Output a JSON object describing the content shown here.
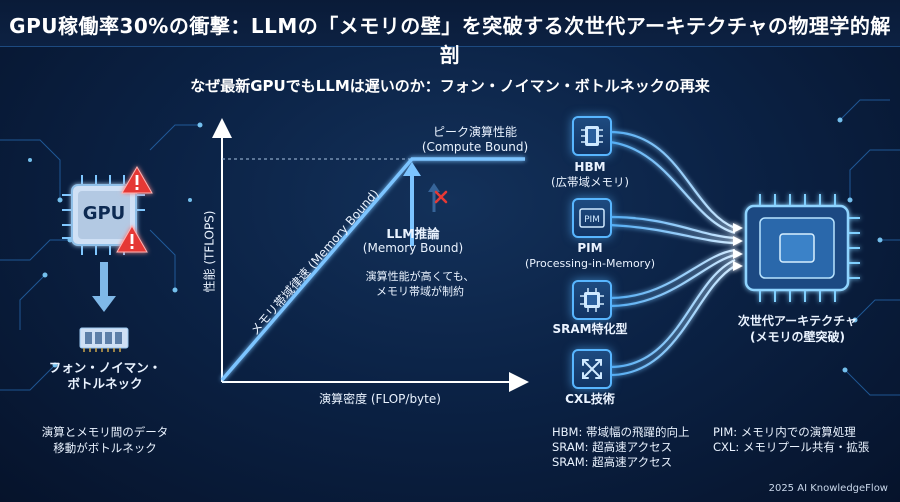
{
  "title": "GPU稼働率30%の衝撃：LLMの「メモリの壁」を突破する次世代アーキテクチャの物理学的解剖",
  "subtitle": "なぜ最新GPUでもLLMは遅いのか：フォン・ノイマン・ボトルネックの再来",
  "left": {
    "gpu_label": "GPU",
    "bottleneck_line1": "フォン・ノイマン・",
    "bottleneck_line2": "ボトルネック",
    "desc_line1": "演算とメモリ間のデータ",
    "desc_line2": "移動がボトルネック"
  },
  "roofline": {
    "y_label": "性能 (TFLOPS)",
    "x_label": "演算密度 (FLOP/byte)",
    "peak_line1": "ピーク演算性能",
    "peak_line2": "(Compute Bound)",
    "slope_label": "メモリ帯域律速 (Memory Bound)",
    "llm_line1": "LLM推論",
    "llm_line2": "(Memory Bound)",
    "note_line1": "演算性能が高くても、",
    "note_line2": "メモリ帯域が制約"
  },
  "techs": [
    {
      "name": "HBM",
      "sub": "(広帯域メモリ)",
      "icon": "hbm-chip-icon"
    },
    {
      "name": "PIM",
      "sub": "(Processing-in-Memory)",
      "icon": "pim-icon"
    },
    {
      "name": "SRAM特化型",
      "sub": "",
      "icon": "sram-chip-icon"
    },
    {
      "name": "CXL技術",
      "sub": "",
      "icon": "cxl-expand-icon"
    }
  ],
  "next_gen": {
    "line1": "次世代アーキテクチャ",
    "line2": "(メモリの壁突破)"
  },
  "notes": {
    "hbm": "HBM: 帯域幅の飛躍的向上",
    "sram1": "SRAM: 超高速アクセス",
    "sram2": "SRAM: 超高速アクセス",
    "pim": "PIM: メモリ内での演算処理",
    "cxl": "CXL: メモリプール共有・拡張"
  },
  "footer": "2025 AI KnowledgeFlow",
  "colors": {
    "accent": "#58b6ff",
    "warning": "#e53935",
    "line": "#7cc4ff"
  }
}
